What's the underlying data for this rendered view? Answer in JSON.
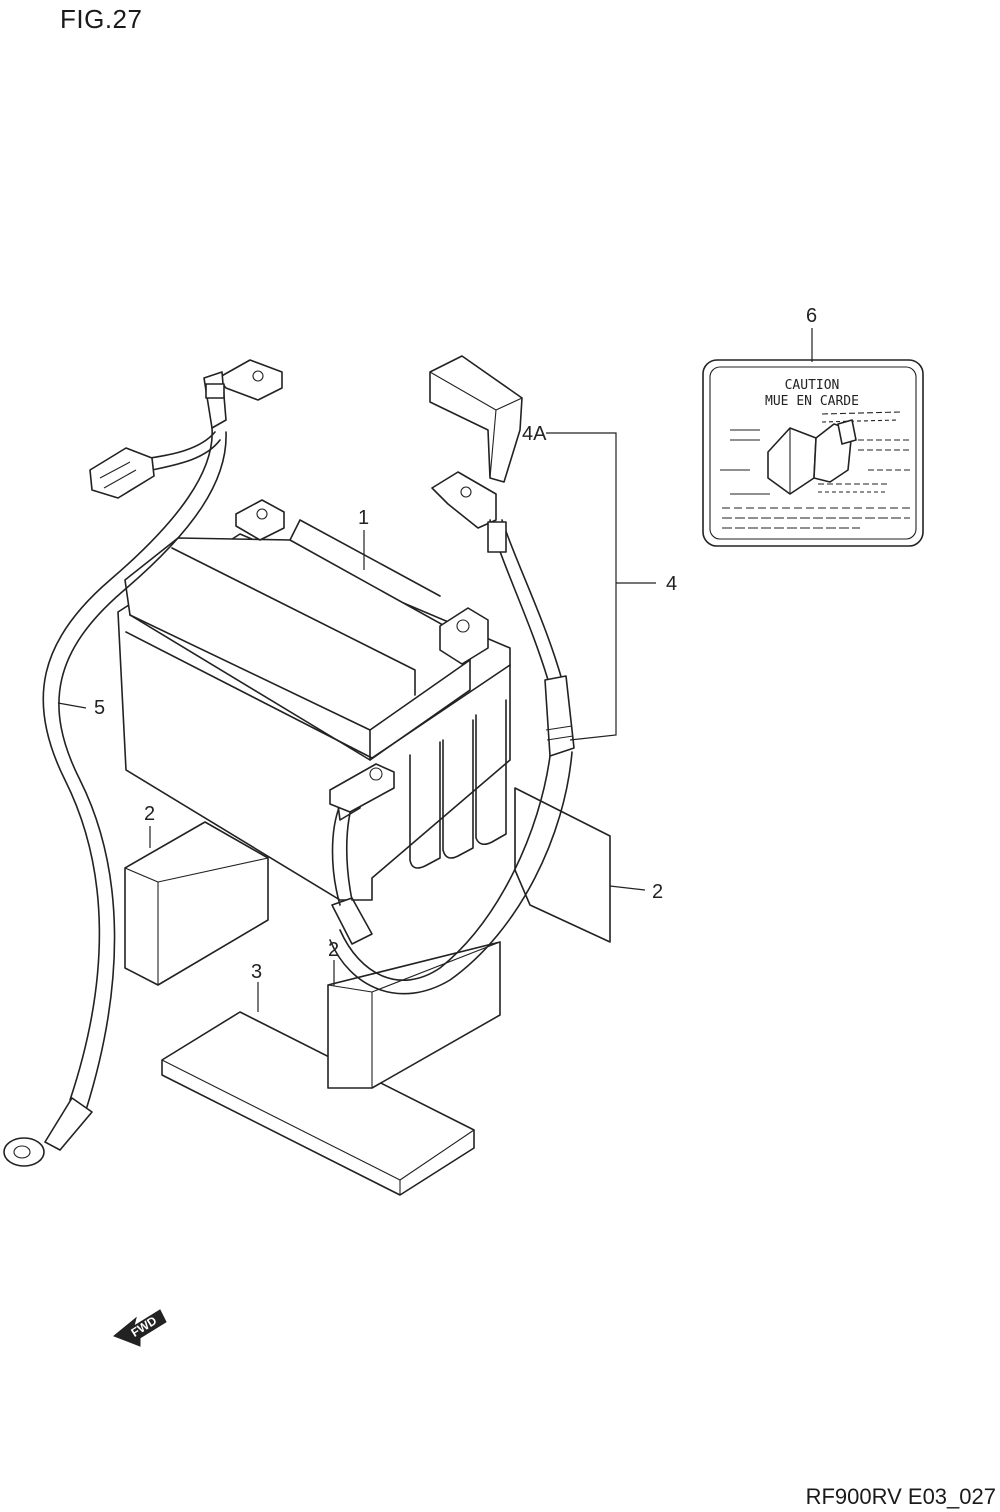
{
  "figure_title": "FIG.27",
  "document_code": "RF900RV E03_027",
  "part_labels": {
    "battery": "1",
    "pad_left": "2",
    "pad_center": "2",
    "pad_right": "2",
    "tray": "3",
    "plus_lead": "4",
    "terminal_cover": "4A",
    "minus_lead": "5",
    "caution_label": "6"
  },
  "caution_label": {
    "line1": "CAUTION",
    "line2": "MUE EN CARDE"
  },
  "direction_arrow": {
    "text": "FWD"
  }
}
